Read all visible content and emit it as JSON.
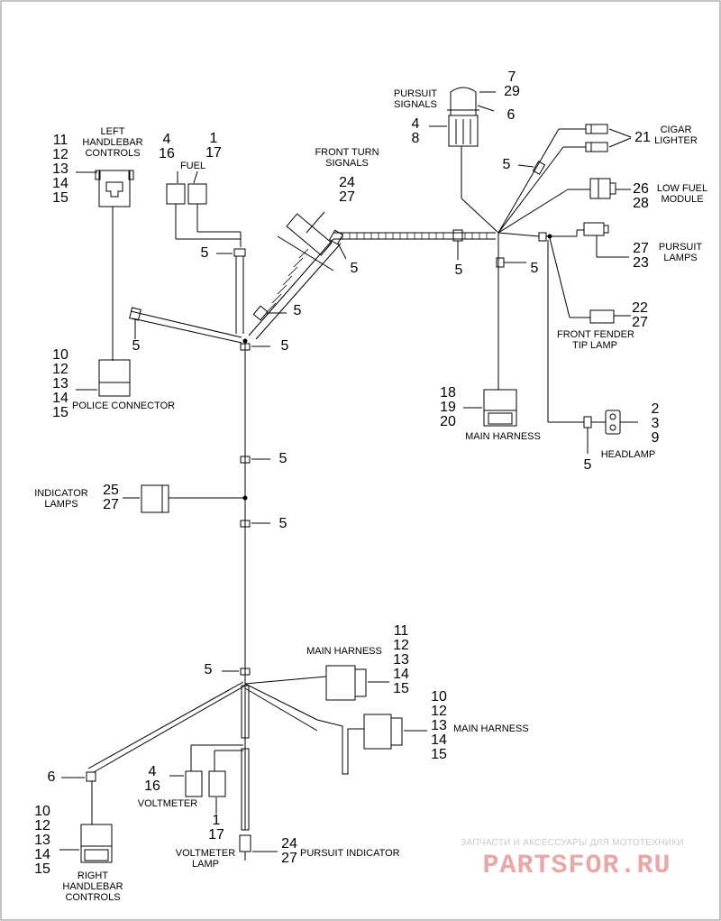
{
  "labels": {
    "left_handlebar_controls": "LEFT\nHANDLEBAR\nCONTROLS",
    "fuel": "FUEL",
    "front_turn_signals": "FRONT TURN\nSIGNALS",
    "pursuit_signals": "PURSUIT\nSIGNALS",
    "cigar_lighter": "CIGAR\nLIGHTER",
    "low_fuel_module": "LOW FUEL\nMODULE",
    "pursuit_lamps": "PURSUIT\nLAMPS",
    "front_fender_tip_lamp": "FRONT FENDER\nTIP LAMP",
    "headlamp": "HEADLAMP",
    "main_harness_top": "MAIN HARNESS",
    "police_connector": "POLICE CONNECTOR",
    "indicator_lamps": "INDICATOR\nLAMPS",
    "main_harness_mid": "MAIN HARNESS",
    "main_harness_right": "MAIN HARNESS",
    "voltmeter": "VOLTMETER",
    "voltmeter_lamp": "VOLTMETER\nLAMP",
    "pursuit_indicator": "PURSUIT INDICATOR",
    "right_handlebar_controls": "RIGHT\nHANDLEBAR\nCONTROLS"
  },
  "callouts": {
    "pursuit_signals_top": "7\n29",
    "pursuit_signals_right": "6",
    "pursuit_signals_left": "4\n8",
    "cigar_lighter": "21",
    "low_fuel_module": "26\n28",
    "pursuit_lamps": "27\n23",
    "front_fender_tip_lamp": "22\n27",
    "headlamp": "2\n3\n9",
    "headlamp_clip": "5",
    "main_harness_top": "18\n19\n20",
    "left_handlebar_controls": "11\n12\n13\n14\n15",
    "fuel_left": "4\n16",
    "fuel_right": "1\n17",
    "front_turn_signals": "24\n27",
    "clip_fuel": "5",
    "clip_turn": "5",
    "clip_trunk_mid": "5",
    "clip_cigar": "5",
    "clip_main_top": "5",
    "clip_turn_lower": "5",
    "clip_left_branch": "5",
    "clip_junction_upper": "5",
    "police_connector": "10\n12\n13\n14\n15",
    "clip_vertical_1": "5",
    "indicator_lamps": "25\n27",
    "clip_vertical_2": "5",
    "main_harness_mid": "11\n12\n13\n14\n15",
    "clip_vertical_3": "5",
    "main_harness_right": "10\n12\n13\n14\n15",
    "right_handlebar_clip": "6",
    "voltmeter_left": "4\n16",
    "voltmeter_bottom": "1\n17",
    "pursuit_indicator": "24\n27",
    "right_handlebar_controls": "10\n12\n13\n14\n15"
  },
  "watermark": {
    "tagline": "ЗАПЧАСТИ И АКСЕССУАРЫ ДЛЯ МОТОТЕХНИКИ",
    "logo": "PARTSFOR.RU"
  },
  "colors": {
    "line": "#000000",
    "watermark_logo": "#e8a8a8",
    "watermark_text": "#c9c9c9"
  }
}
